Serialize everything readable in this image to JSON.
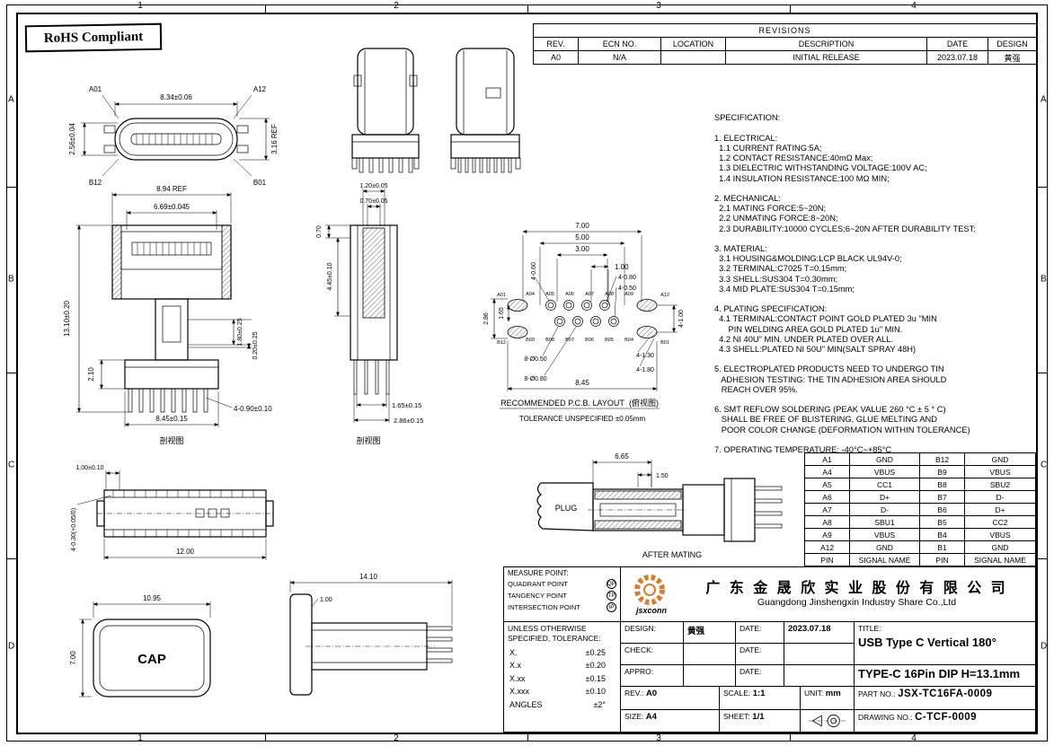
{
  "frame": {
    "cols": [
      "1",
      "2",
      "3",
      "4"
    ],
    "rows": [
      "A",
      "B",
      "C",
      "D"
    ],
    "rohs_stamp": "RoHS Compliant"
  },
  "revisions": {
    "title": "REVISIONS",
    "headers": [
      "REV.",
      "ECN NO.",
      "LOCATION",
      "DESCRIPTION",
      "DATE",
      "DESIGN"
    ],
    "row": [
      "A0",
      "N/A",
      "",
      "INITIAL RELEASE",
      "2023.07.18",
      "黄强"
    ]
  },
  "spec": {
    "lines": [
      "SPECIFICATION:",
      "",
      "1. ELECTRICAL:",
      "  1.1 CURRENT RATING:5A;",
      "  1.2 CONTACT RESISTANCE:40mΩ Max;",
      "  1.3 DIELECTRIC WITHSTANDING VOLTAGE:100V AC;",
      "  1.4 INSULATION RESISTANCE:100 MΩ MIN;",
      "",
      "2. MECHANICAL:",
      "  2.1 MATING FORCE:5~20N;",
      "  2.2 UNMATING FORCE:8~20N;",
      "  2.3 DURABILITY:10000 CYCLES;6~20N AFTER DURABILITY TEST;",
      "",
      "3. MATERIAL:",
      "  3.1 HOUSING&MOLDING:LCP BLACK UL94V-0;",
      "  3.2 TERMINAL:C7025 T=0.15mm;",
      "  3.3 SHELL:SUS304 T=0.30mm;",
      "  3.4 MID PLATE:SUS304 T=0.15mm;",
      "",
      "4. PLATING SPECIFICATION:",
      "  4.1 TERMINAL:CONTACT POINT GOLD PLATED 3u \"MIN",
      "      PIN WELDING AREA GOLD PLATED 1u\" MIN.",
      "  4.2 NI 40U\" MIN. UNDER PLATED OVER ALL.",
      "  4.3 SHELL:PLATED NI 50U\" MIN(SALT SPRAY 48H)",
      "",
      "5. ELECTROPLATED PRODUCTS NEED TO UNDERGO TIN",
      "   ADHESION TESTING: THE TIN ADHESION AREA SHOULD",
      "   REACH OVER 95%.",
      "",
      "6. SMT REFLOW SOLDERING (PEAK VALUE 260 °C ± 5 ° C)",
      "   SHALL BE FREE OF BLISTERING, GLUE MELTING AND",
      "   POOR COLOR CHANGE (DEFORMATION WITHIN TOLERANCE)",
      "",
      "7. OPERATING TEMPERATURE: -40°C~+85°C"
    ]
  },
  "pin_table": {
    "rows": [
      [
        "A1",
        "GND",
        "B12",
        "GND"
      ],
      [
        "A4",
        "VBUS",
        "B9",
        "VBUS"
      ],
      [
        "A5",
        "CC1",
        "B8",
        "SBU2"
      ],
      [
        "A6",
        "D+",
        "B7",
        "D-"
      ],
      [
        "A7",
        "D-",
        "B6",
        "D+"
      ],
      [
        "A8",
        "SBU1",
        "B5",
        "CC2"
      ],
      [
        "A9",
        "VBUS",
        "B4",
        "VBUS"
      ],
      [
        "A12",
        "GND",
        "B1",
        "GND"
      ],
      [
        "PIN",
        "SIGNAL NAME",
        "PIN",
        "SIGNAL NAME"
      ]
    ]
  },
  "views": {
    "front": {
      "pin_tl": "A01",
      "pin_tr": "A12",
      "pin_bl": "B12",
      "pin_br": "B01",
      "width": "8.34±0.06",
      "height_left": "2.56±0.04",
      "height_right": "3.16 REF"
    },
    "section_front": {
      "width_ref": "8.94 REF",
      "width_inner": "6.69±0.045",
      "height": "13.10±0.20",
      "step": "2.10",
      "d1": "1.80±0.25",
      "d2": "0.20±0.25",
      "legs": "4-0.90±0.10",
      "width_bottom": "8.45±0.15",
      "caption": "剖视图"
    },
    "section_side": {
      "d_top1": "1.20±0.05",
      "d_top2": "0.70±0.05",
      "d_left1": "0.70",
      "d_left2": "4.45±0.10",
      "d_bot1": "1.65±0.15",
      "d_bot2": "2.86±0.15",
      "caption": "剖视图"
    },
    "pcb": {
      "w1": "7.00",
      "w2": "5.00",
      "w3": "3.00",
      "w4": "1.00",
      "r1": "4-0.80",
      "r2": "4-0.50",
      "r3": "4-1.00",
      "l1": "2.86",
      "l2": "1.65",
      "l3": "4-0.60",
      "hole1": "8-Ø0.50",
      "hole2": "8-Ø0.80",
      "slot1": "4-1.30",
      "slot2": "4-1.80",
      "width_bottom": "8.45",
      "pins_left": [
        "A01",
        "B12"
      ],
      "pins_right": [
        "A12",
        "B01"
      ],
      "pins_top": [
        "A04",
        "A05",
        "A06",
        "A07",
        "A08",
        "A09"
      ],
      "pins_bottom": [
        "B09",
        "B08",
        "B07",
        "B06",
        "B05",
        "B04"
      ],
      "caption": "RECOMMENDED  P.C.B. LAYOUT",
      "caption_cn": "(俯视图)",
      "tolerance_note": "TOLERANCE UNSPECIFIED ±0.05mm"
    },
    "profile": {
      "d1": "1.00±0.10",
      "d2": "4-0.30(+0.05/0)",
      "width": "12.00"
    },
    "cap": {
      "label": "CAP",
      "width": "10.95",
      "height": "7.00"
    },
    "cap_side": {
      "width": "14.10",
      "d1": "1.00"
    },
    "mating": {
      "plug": "PLUG",
      "d1": "6.65",
      "d2": "1.50",
      "caption": "AFTER MATING"
    }
  },
  "company": {
    "logo": "jsxconn",
    "logo_color": "#d97c2b",
    "name_cn": "广 东 金 晟 欣 实 业 股 份 有 限 公 司",
    "name_en": "Guangdong Jinshengxin Industry Share Co.,Ltd"
  },
  "titleblock": {
    "measure": {
      "title": "MEASURE POINT:",
      "rows": [
        {
          "label": "QUADRANT POINT",
          "abbr": "QP"
        },
        {
          "label": "TANGENCY POINT",
          "abbr": "TP"
        },
        {
          "label": "INTERSECTION POINT",
          "abbr": "IP"
        }
      ]
    },
    "tolerance": {
      "line1": "UNLESS OTHERWISE",
      "line2": "SPECIFIED, TOLERANCE:",
      "rows": [
        [
          "X.",
          "±0.25"
        ],
        [
          "X.x",
          "±0.20"
        ],
        [
          "X.xx",
          "±0.15"
        ],
        [
          "X.xxx",
          "±0.10"
        ],
        [
          "ANGLES",
          "±2°"
        ]
      ]
    },
    "design_label": "DESIGN:",
    "design_value": "黄强",
    "date1_label": "DATE:",
    "date1_value": "2023.07.18",
    "check_label": "CHECK:",
    "check_value": "",
    "date2_label": "DATE:",
    "date2_value": "",
    "appro_label": "APPRO:",
    "appro_value": "",
    "date3_label": "DATE:",
    "date3_value": "",
    "title_label": "TITLE:",
    "title_line1": "USB Type C Vertical 180°",
    "title_line2": "TYPE-C 16Pin DIP H=13.1mm",
    "rev_label": "REV.:",
    "rev_value": "A0",
    "scale_label": "SCALE:",
    "scale_value": "1:1",
    "unit_label": "UNIT:",
    "unit_value": "mm",
    "part_label": "PART NO.:",
    "part_value": "JSX-TC16FA-0009",
    "size_label": "SIZE:",
    "size_value": "A4",
    "sheet_label": "SHEET:",
    "sheet_value": "1/1",
    "drawing_label": "DRAWING NO.:",
    "drawing_value": "C-TCF-0009"
  }
}
